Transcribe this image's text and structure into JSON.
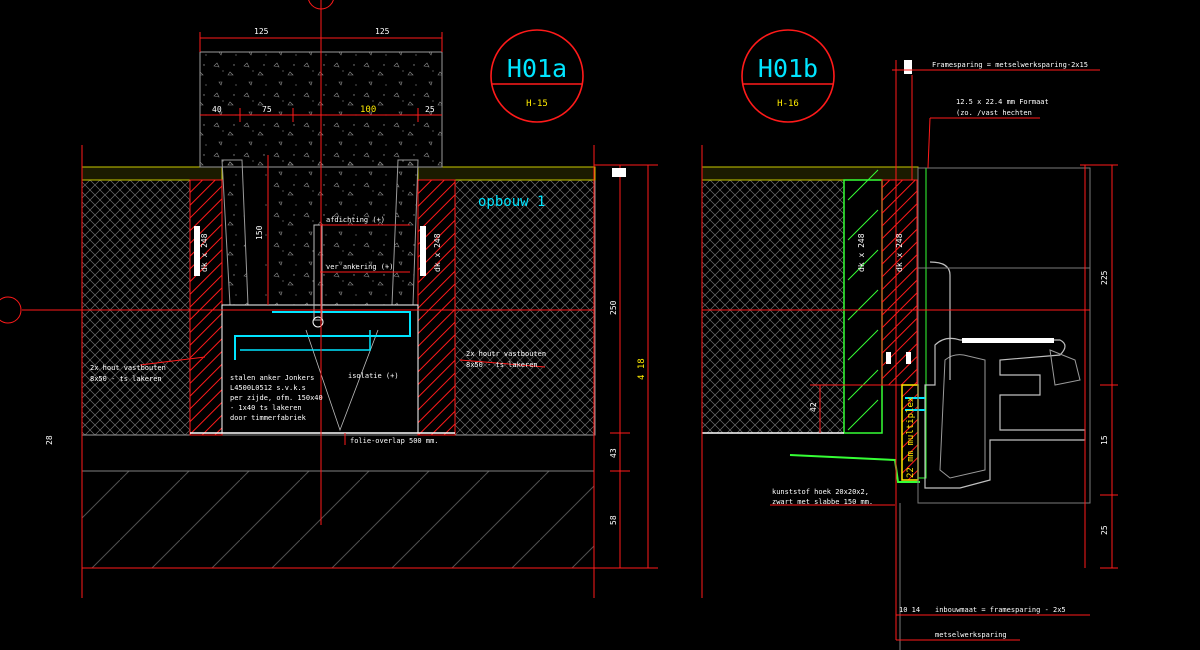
{
  "details": [
    {
      "tag": "H01a",
      "sheet": "H-15"
    },
    {
      "tag": "H01b",
      "sheet": "H-16"
    }
  ],
  "left_dims": {
    "top1": "125",
    "top2": "125",
    "row2_a": "40",
    "row2_b": "75",
    "row2_c": "100",
    "row2_d": "25",
    "vert_150": "150",
    "v_left_total": "28",
    "v_right_a": "250",
    "v_right_b": "43",
    "v_right_c": "58",
    "v_total": "4 18",
    "wall_a": "dk x 248",
    "wall_b": "dk x 248"
  },
  "left_labels": {
    "opbouw": "opbouw 1",
    "afdichting": "afdichting (+)",
    "verankering": "ver ankering (+)",
    "isolatie": "isolatie (+)",
    "folie": "folie-overlap 500 mm.",
    "note_left": [
      "2x hout vastbouten",
      "8x50 - ts lakeren"
    ],
    "note_right": [
      "2x houtr vastbouten",
      "8x50 - ts lakeren"
    ],
    "note_center": [
      "stalen anker Jonkers",
      "L4500L0512 s.v.k.s",
      "per zijde, ofm. 150x40",
      "- 1x40 ts lakeren",
      "door timmerfabriek"
    ]
  },
  "right_labels": {
    "framesparing": "Framesparing = metselwerksparing-2x15",
    "kozijn_1": "12.5 x 22.4 mm Formaat",
    "kozijn_2": "(zo. /vast hechten",
    "strip": "22 mm multiplex",
    "wall_a": "dk x 248",
    "wall_b": "dk x 248",
    "kunststof_1": "kunststof hoek 20x20x2,",
    "kunststof_2": "zwart met slabbe 150 mm.",
    "inbouw": "inbouwmaat = framesparing - 2x5",
    "metsel": "metselwerksparing",
    "dim_vert_a": "225",
    "dim_vert_b": "15",
    "dim_vert_c": "25",
    "dim_42": "42",
    "dim_bottom": "10 14"
  },
  "colors": {
    "background": "#000000",
    "line_red": "#ff1a1a",
    "line_white": "#ffffff",
    "line_cyan": "#00e5ff",
    "line_green": "#35ff35",
    "line_yellow": "#ffeb00"
  }
}
